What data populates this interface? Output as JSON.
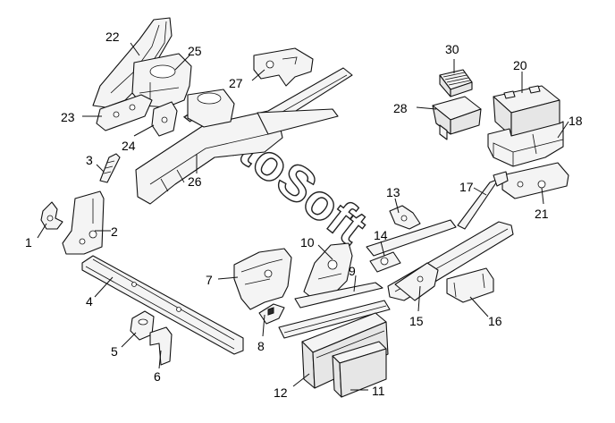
{
  "diagram": {
    "callouts": [
      "1",
      "2",
      "3",
      "4",
      "5",
      "6",
      "7",
      "8",
      "9",
      "10",
      "11",
      "12",
      "13",
      "14",
      "15",
      "16",
      "17",
      "18",
      "20",
      "21",
      "22",
      "23",
      "24",
      "25",
      "26",
      "27",
      "28",
      "30"
    ]
  },
  "watermark": {
    "text": "AutoSoft"
  }
}
